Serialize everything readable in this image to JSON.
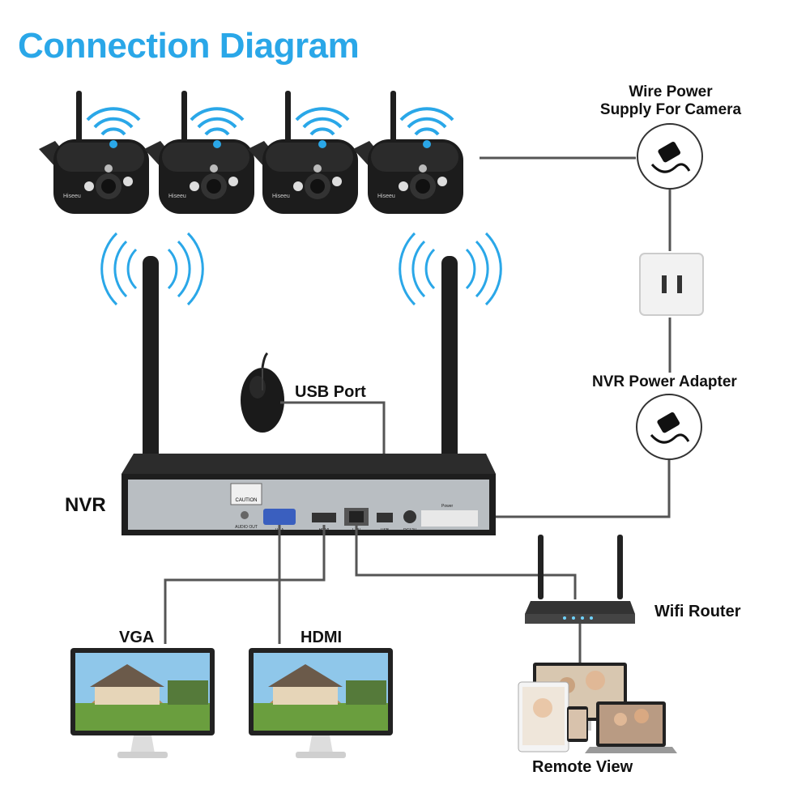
{
  "title": "Connection Diagram",
  "labels": {
    "wire_power": "Wire Power",
    "wire_power_2": "Supply For Camera",
    "usb_port": "USB Port",
    "nvr_power": "NVR Power Adapter",
    "nvr": "NVR",
    "wifi_router": "Wifi Router",
    "vga": "VGA",
    "hdmi": "HDMI",
    "remote_view": "Remote View"
  },
  "nvr_panel": {
    "caution": "CAUTION",
    "audio_out": "AUDIO OUT",
    "vga_port": "VGA",
    "hdmi_port": "HDMI",
    "lan_port": "LAN",
    "usb_port": "USB",
    "dc_port": "DC12V",
    "power": "Power"
  },
  "colors": {
    "title": "#2aa7e8",
    "wifi": "#2aa7e8",
    "line": "#555555",
    "device": "#1e1e1e"
  },
  "icons": [
    "camera-icon",
    "wifi-signal-icon",
    "power-adapter-icon",
    "wall-outlet-icon",
    "mouse-icon",
    "router-icon",
    "monitor-icon",
    "laptop-icon",
    "tablet-icon"
  ]
}
